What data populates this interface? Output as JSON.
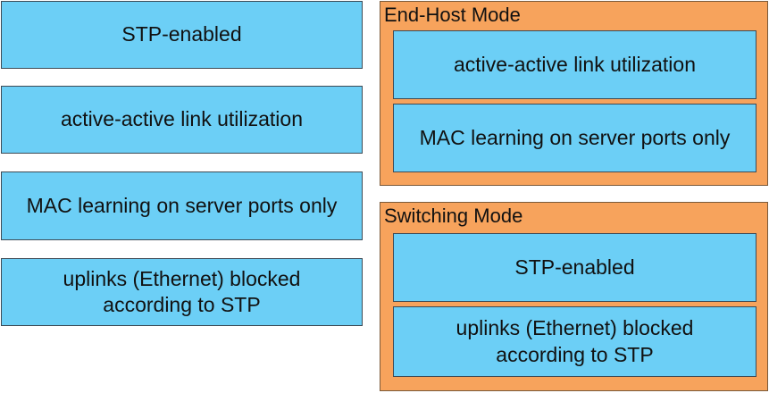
{
  "source_items": [
    {
      "lines": [
        "STP-enabled"
      ]
    },
    {
      "lines": [
        "active-active link utilization"
      ]
    },
    {
      "lines": [
        "MAC learning on server ports only"
      ]
    },
    {
      "lines": [
        "uplinks (Ethernet) blocked",
        "according to STP"
      ]
    }
  ],
  "groups": {
    "end_host": {
      "title": "End-Host Mode",
      "items": [
        {
          "lines": [
            "active-active link utilization"
          ]
        },
        {
          "lines": [
            "MAC learning on server ports only"
          ]
        }
      ]
    },
    "switching": {
      "title": "Switching Mode",
      "items": [
        {
          "lines": [
            "STP-enabled"
          ]
        },
        {
          "lines": [
            "uplinks (Ethernet) blocked",
            "according to STP"
          ]
        }
      ]
    }
  },
  "colors": {
    "item_fill": "#6ccff6",
    "group_fill": "#f7a35c"
  }
}
